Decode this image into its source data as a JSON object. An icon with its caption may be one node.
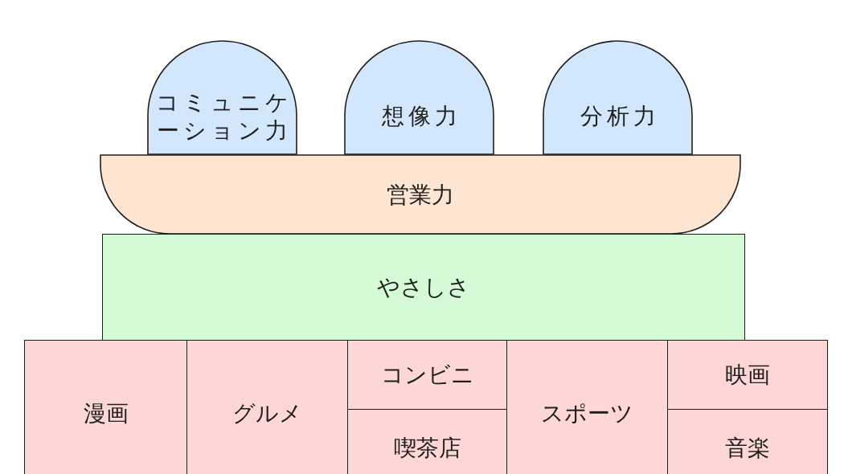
{
  "diagram": {
    "nodes": [
      {
        "text": [
          "コミュニケーション力"
        ]
      },
      {
        "text": [
          "想像力"
        ]
      },
      {
        "text": [
          "分析力"
        ]
      },
      {
        "text": [
          "営業力"
        ]
      },
      {
        "text": [
          "やさしさ"
        ]
      },
      {
        "text": [
          "漫画"
        ]
      },
      {
        "text": [
          "グルメ"
        ]
      },
      {
        "text": [
          "コンビニ"
        ]
      },
      {
        "text": [
          "喫茶店"
        ]
      },
      {
        "text": [
          "スポーツ"
        ]
      },
      {
        "text": [
          "映画"
        ]
      },
      {
        "text": [
          "音楽"
        ]
      }
    ]
  }
}
